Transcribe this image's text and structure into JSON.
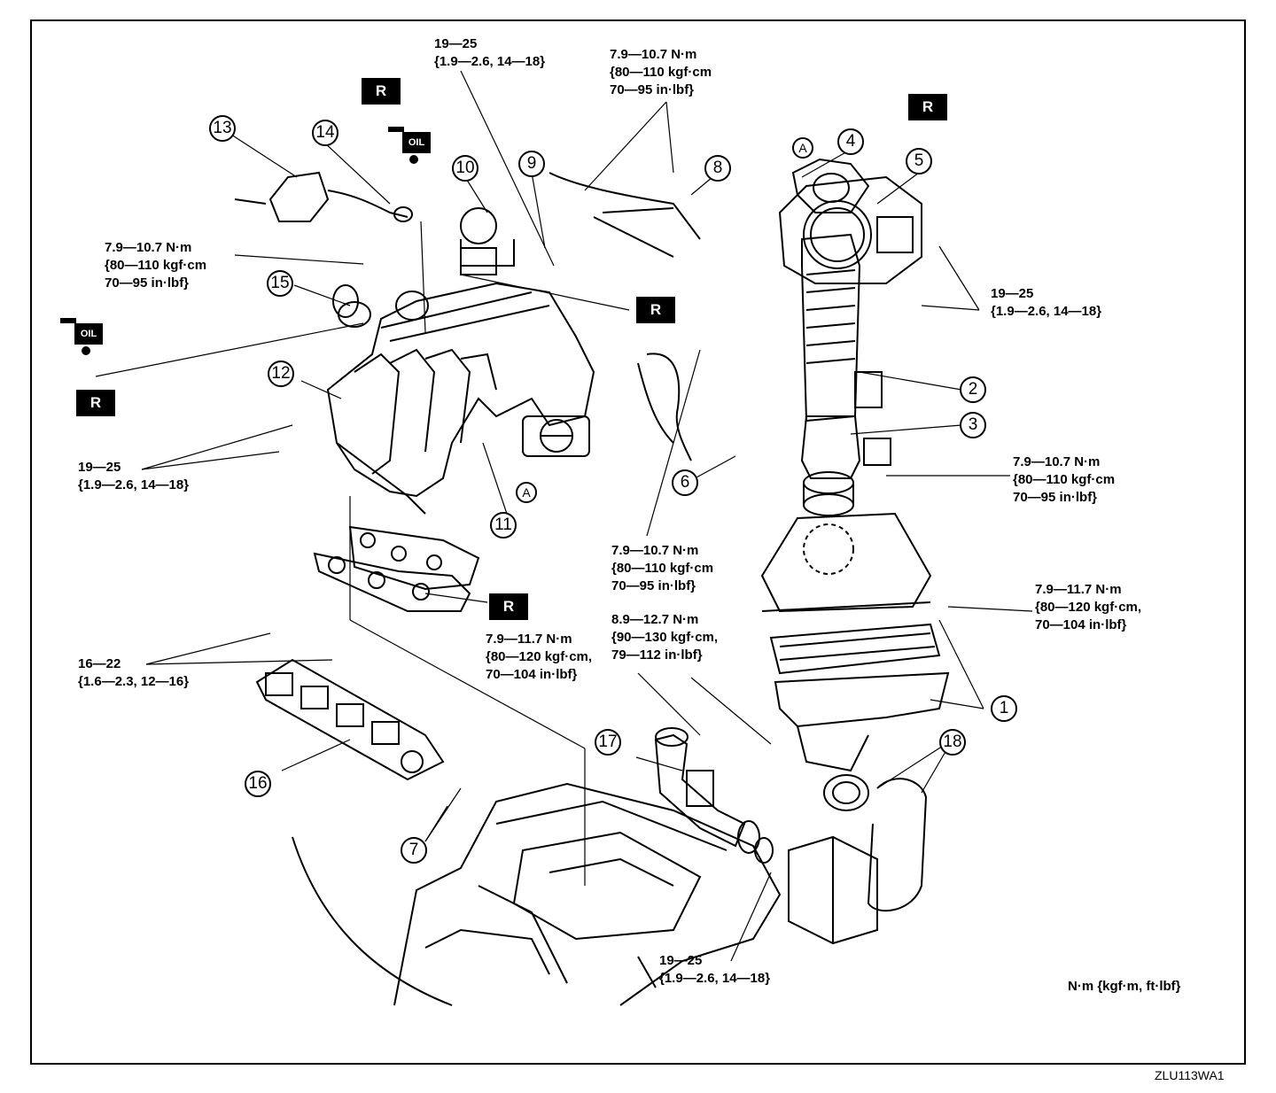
{
  "torque_specs": {
    "t_tb_top": "19—25\n{1.9—2.6, 14—18}",
    "t_top_mid": "7.9—10.7 N·m\n{80—110 kgf·cm\n70—95 in·lbf}",
    "t_left_upper": "7.9—10.7 N·m\n{80—110 kgf·cm\n70—95 in·lbf}",
    "t_right_tb": "19—25\n{1.9—2.6, 14—18}",
    "t_left_mid": "19—25\n{1.9—2.6, 14—18}",
    "t_right_afm": "7.9—10.7 N·m\n{80—110 kgf·cm\n70—95 in·lbf}",
    "t_center": "7.9—10.7 N·m\n{80—110 kgf·cm\n70—95 in·lbf}",
    "t_right_box": "7.9—11.7 N·m\n{80—120 kgf·cm,\n70—104 in·lbf}",
    "t_mid_low1": "8.9—12.7 N·m\n{90—130 kgf·cm,\n79—112 in·lbf}",
    "t_mid_low2": "7.9—11.7 N·m\n{80—120 kgf·cm,\n70—104 in·lbf}",
    "t_left_fuel": "16—22\n{1.6—2.3, 12—16}",
    "t_bottom": "19—25\n{1.9—2.6, 14—18}"
  },
  "callouts": [
    "1",
    "2",
    "3",
    "4",
    "5",
    "6",
    "7",
    "8",
    "9",
    "10",
    "11",
    "12",
    "13",
    "14",
    "15",
    "16",
    "17",
    "18"
  ],
  "match_mark": "A",
  "replace_label": "R",
  "oil_label": "OIL",
  "unit_note": "N·m {kgf·m, ft·lbf}",
  "figure_code": "ZLU113WA1"
}
